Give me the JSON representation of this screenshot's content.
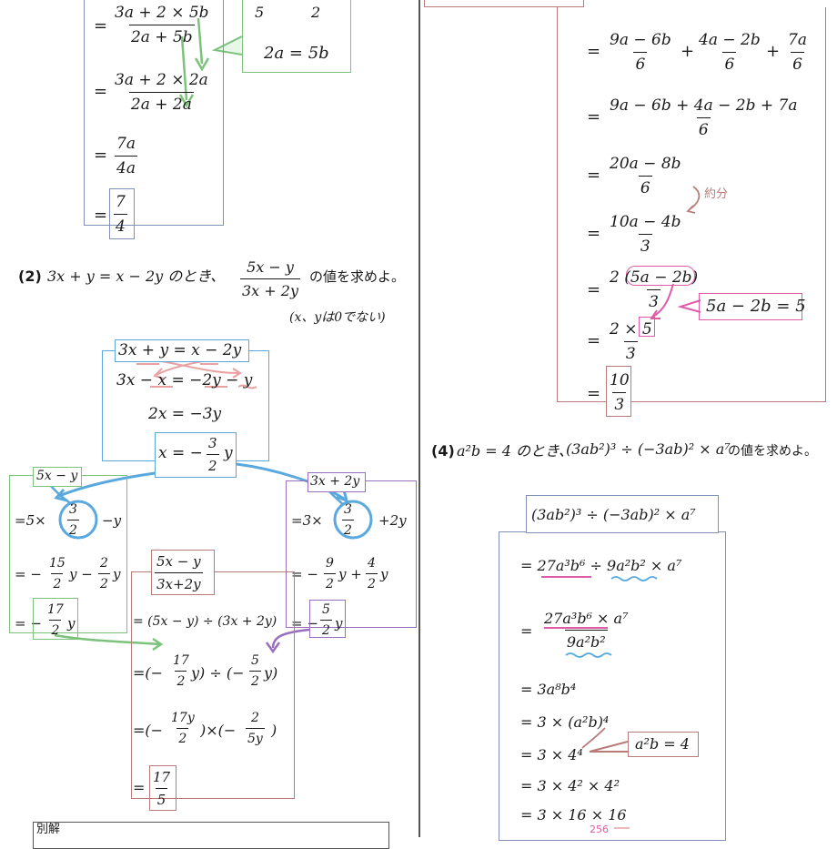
{
  "problem1": {
    "line1_num": "3a + 2 × 5b",
    "line1_den": "2a + 5b",
    "line2_num": "3a + 2 × 2a",
    "line2_den": "2a + 2a",
    "line3_num": "7a",
    "line3_den": "4a",
    "answer_num": "7",
    "answer_den": "4",
    "side_top": "5",
    "side_top2": "2",
    "side_rel": "2a = 5b",
    "eq": "="
  },
  "problem2": {
    "label": "(2)",
    "statement": "3x + y = x − 2y のとき、",
    "expr_num": "5x − y",
    "expr_den": "3x + 2y",
    "statement_tail": "の値を求めよ。",
    "condition": "(x、yは0でない)",
    "step1": "3x + y = x − 2y",
    "step2": "3x − x = −2y − y",
    "step3": "2x = −3y",
    "step4_prefix": "x = −",
    "step4_num": "3",
    "step4_den": "2",
    "step4_suffix": "y",
    "left_head": "5x − y",
    "left_l1_a": "=5×",
    "left_l1_b": "−y",
    "left_l2_a": "= −",
    "left_l2_n1": "15",
    "left_l2_mid": "y −",
    "left_l2_n2": "2",
    "left_l2_end": "y",
    "left_ans_num": "17",
    "left_ans_den": "2",
    "right_head": "3x + 2y",
    "right_l1_a": "=3×",
    "right_l1_b": "+2y",
    "right_l2_a": "= −",
    "right_l2_n1": "9",
    "right_l2_mid": "y +",
    "right_l2_n2": "4",
    "right_l2_end": "y",
    "right_ans_num": "5",
    "right_ans_den": "2",
    "mid_head_num": "5x − y",
    "mid_head_den": "3x+2y",
    "mid_l1": "= (5x − y) ÷ (3x + 2y)",
    "mid_l2_n1": "17",
    "mid_l2_n2": "5",
    "mid_l3_n1": "17y",
    "mid_l3_d1": "2",
    "mid_l3_n2": "2",
    "mid_l3_d2": "5y",
    "mid_ans_num": "17",
    "mid_ans_den": "5",
    "alt_label": "別解"
  },
  "problem3": {
    "l1_n1": "9a − 6b",
    "l1_n2": "4a − 2b",
    "l1_n3": "7a",
    "l1_d": "6",
    "l2_num": "9a − 6b + 4a − 2b + 7a",
    "l2_den": "6",
    "l3_num": "20a − 8b",
    "l3_den": "6",
    "note_reduce": "約分",
    "l4_num": "10a − 4b",
    "l4_den": "3",
    "l5_num": "2 (5a − 2b)",
    "l5_den": "3",
    "side_rel": "5a − 2b = 5",
    "l6_num": "2 × 5",
    "l6_den": "3",
    "ans_num": "10",
    "ans_den": "3"
  },
  "problem4": {
    "label": "(4)",
    "statement_a": "a²b = 4 のとき、",
    "statement_b": "(3ab²)³ ÷ (−3ab)² × a⁷",
    "statement_tail": "の値を求めよ。",
    "head": "(3ab²)³ ÷ (−3ab)² × a⁷",
    "l1": "= 27a³b⁶ ÷ 9a²b² × a⁷",
    "l2_num": "27a³b⁶ × a⁷",
    "l2_den": "9a²b²",
    "l3": "= 3a⁸b⁴",
    "l4": "= 3 × (a²b)⁴",
    "l5": "= 3 × 4⁴",
    "side_rel": "a²b = 4",
    "l6": "= 3 × 4² × 4²",
    "l7": "= 3 × 16 × 16",
    "note_256": "256"
  },
  "colors": {
    "blue": "#5aa9de",
    "green": "#7cc27c",
    "purple": "#9a6fbf",
    "rose": "#b97a7a",
    "pink": "#e05aa8",
    "slate": "#8090b8",
    "highlight_green": "#8fe88f"
  }
}
